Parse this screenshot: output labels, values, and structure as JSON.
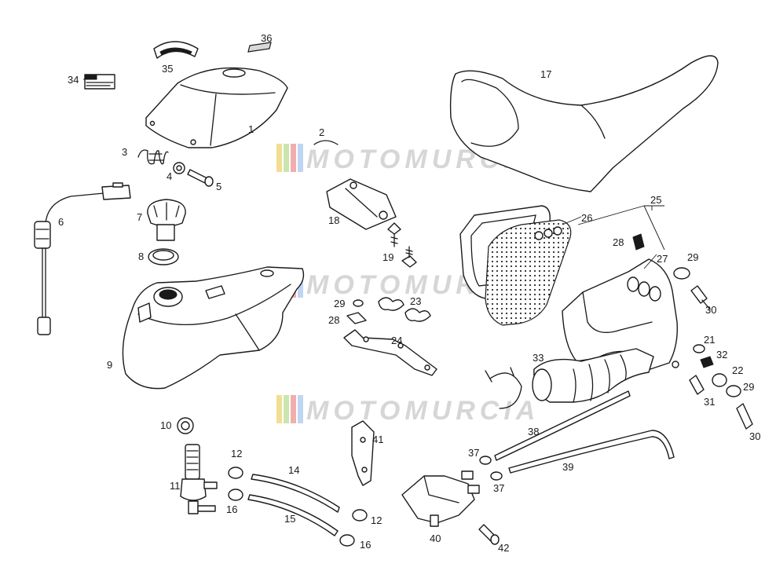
{
  "watermark": {
    "text": "MOTOMURCIA",
    "stripe_colors": [
      "#e8c23a",
      "#9fcf6a",
      "#e86a6a",
      "#8ab4e8"
    ]
  },
  "callouts": [
    {
      "id": "c1",
      "label": "1"
    },
    {
      "id": "c2",
      "label": "2"
    },
    {
      "id": "c3",
      "label": "3"
    },
    {
      "id": "c4",
      "label": "4"
    },
    {
      "id": "c5",
      "label": "5"
    },
    {
      "id": "c6",
      "label": "6"
    },
    {
      "id": "c7",
      "label": "7"
    },
    {
      "id": "c8",
      "label": "8"
    },
    {
      "id": "c9",
      "label": "9"
    },
    {
      "id": "c10",
      "label": "10"
    },
    {
      "id": "c11",
      "label": "11"
    },
    {
      "id": "c12a",
      "label": "12"
    },
    {
      "id": "c12b",
      "label": "12"
    },
    {
      "id": "c14",
      "label": "14"
    },
    {
      "id": "c15",
      "label": "15"
    },
    {
      "id": "c16a",
      "label": "16"
    },
    {
      "id": "c16b",
      "label": "16"
    },
    {
      "id": "c17",
      "label": "17"
    },
    {
      "id": "c18",
      "label": "18"
    },
    {
      "id": "c19",
      "label": "19"
    },
    {
      "id": "c21",
      "label": "21"
    },
    {
      "id": "c22",
      "label": "22"
    },
    {
      "id": "c23",
      "label": "23"
    },
    {
      "id": "c24",
      "label": "24"
    },
    {
      "id": "c25",
      "label": "25"
    },
    {
      "id": "c26",
      "label": "26"
    },
    {
      "id": "c27",
      "label": "27"
    },
    {
      "id": "c28a",
      "label": "28"
    },
    {
      "id": "c28b",
      "label": "28"
    },
    {
      "id": "c29a",
      "label": "29"
    },
    {
      "id": "c29b",
      "label": "29"
    },
    {
      "id": "c29c",
      "label": "29"
    },
    {
      "id": "c30a",
      "label": "30"
    },
    {
      "id": "c30b",
      "label": "30"
    },
    {
      "id": "c31",
      "label": "31"
    },
    {
      "id": "c32",
      "label": "32"
    },
    {
      "id": "c33",
      "label": "33"
    },
    {
      "id": "c34",
      "label": "34"
    },
    {
      "id": "c35",
      "label": "35"
    },
    {
      "id": "c36",
      "label": "36"
    },
    {
      "id": "c37a",
      "label": "37"
    },
    {
      "id": "c37b",
      "label": "37"
    },
    {
      "id": "c38",
      "label": "38"
    },
    {
      "id": "c39",
      "label": "39"
    },
    {
      "id": "c40",
      "label": "40"
    },
    {
      "id": "c41",
      "label": "41"
    },
    {
      "id": "c42",
      "label": "42"
    }
  ]
}
